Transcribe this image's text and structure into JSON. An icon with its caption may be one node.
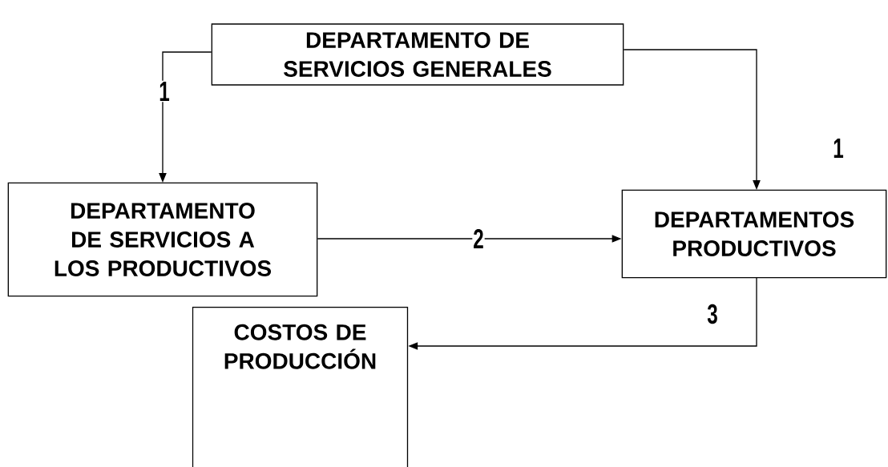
{
  "diagram": {
    "nodes": [
      {
        "text": [
          "DEPARTAMENTO DE SERVICIOS GENERALES"
        ]
      },
      {
        "text": [
          "DEPARTAMENTO DE SERVICIOS A LOS PRODUCTIVOS"
        ]
      },
      {
        "text": [
          "DEPARTAMENTOS PRODUCTIVOS"
        ]
      },
      {
        "text": [
          "COSTOS DE PRODUCCIÓN"
        ]
      }
    ],
    "edges": [
      {
        "from": 0,
        "to": 1,
        "arrow": "to",
        "label": "1"
      },
      {
        "from": 0,
        "to": 2,
        "arrow": "to",
        "label": "1"
      },
      {
        "from": 1,
        "to": 2,
        "arrow": "to",
        "label": "2"
      },
      {
        "from": 2,
        "to": 3,
        "arrow": "to",
        "label": "3"
      }
    ]
  }
}
